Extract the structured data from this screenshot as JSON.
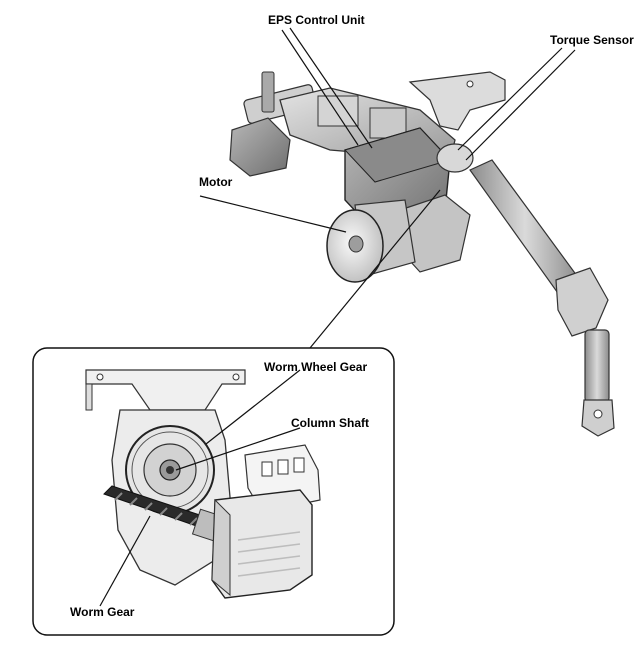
{
  "labels": {
    "eps_control_unit": "EPS Control Unit",
    "torque_sensor": "Torque Sensor",
    "motor": "Motor",
    "worm_wheel_gear": "Worm Wheel Gear",
    "column_shaft": "Column Shaft",
    "worm_gear": "Worm Gear"
  }
}
